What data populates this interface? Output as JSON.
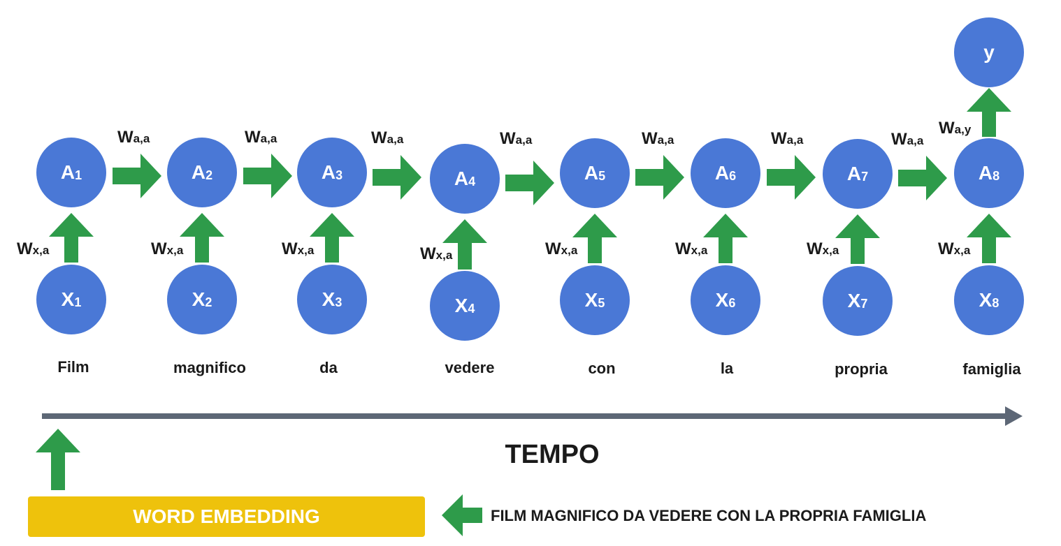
{
  "colors": {
    "node": "#4a78d6",
    "arrow": "#2e9b4a",
    "axis": "#5d6776",
    "embedding": "#eec20c"
  },
  "hidden_nodes": [
    {
      "letter": "A",
      "index": "1"
    },
    {
      "letter": "A",
      "index": "2"
    },
    {
      "letter": "A",
      "index": "3"
    },
    {
      "letter": "A",
      "index": "4"
    },
    {
      "letter": "A",
      "index": "5"
    },
    {
      "letter": "A",
      "index": "6"
    },
    {
      "letter": "A",
      "index": "7"
    },
    {
      "letter": "A",
      "index": "8"
    }
  ],
  "input_nodes": [
    {
      "letter": "X",
      "index": "1"
    },
    {
      "letter": "X",
      "index": "2"
    },
    {
      "letter": "X",
      "index": "3"
    },
    {
      "letter": "X",
      "index": "4"
    },
    {
      "letter": "X",
      "index": "5"
    },
    {
      "letter": "X",
      "index": "6"
    },
    {
      "letter": "X",
      "index": "7"
    },
    {
      "letter": "X",
      "index": "8"
    }
  ],
  "output_node": "y",
  "recurrent_weight": {
    "letter": "W",
    "sub": "a,a"
  },
  "input_weight": {
    "letter": "W",
    "sub": "x,a"
  },
  "output_weight": {
    "letter": "W",
    "sub": "a,y"
  },
  "words": [
    "Film",
    "magnifico",
    "da",
    "vedere",
    "con",
    "la",
    "propria",
    "famiglia"
  ],
  "time_label": "TEMPO",
  "embedding_label": "WORD EMBEDDING",
  "sentence": "FILM MAGNIFICO DA VEDERE CON LA PROPRIA FAMIGLIA"
}
